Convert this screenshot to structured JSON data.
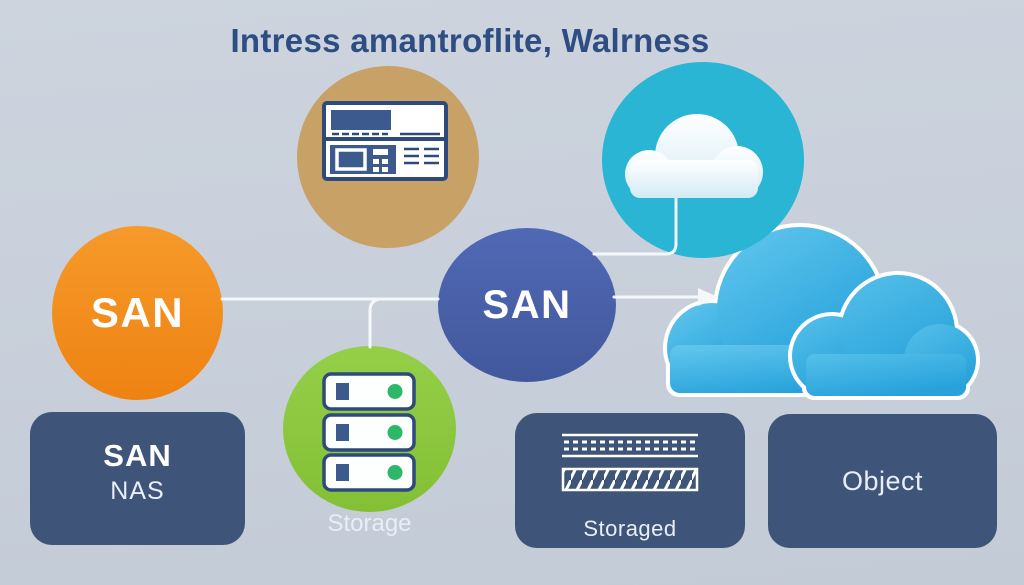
{
  "title": "Intress amantroflite, Walrness",
  "diagram": {
    "circles": {
      "server": {
        "icon": "server-device-icon"
      },
      "cloud": {
        "icon": "cloud-icon"
      },
      "san_left": {
        "label": "SAN"
      },
      "san_center": {
        "label": "SAN"
      },
      "storage": {
        "label": "Storage",
        "icon": "server-stack-icon"
      }
    },
    "clouds": {
      "icon": "clouds-icon",
      "count": 2
    },
    "boxes": {
      "san_nas": {
        "line1": "SAN",
        "line2": "NAS"
      },
      "storaged": {
        "label": "Storaged",
        "icons": [
          "dashed-strip-icon",
          "hatched-bar-icon"
        ]
      },
      "object": {
        "label": "Object"
      }
    },
    "connectors": [
      "san-left-to-san-center",
      "san-center-branch-down-to-storage",
      "san-center-arrow-to-clouds",
      "san-center-to-cloud-circle-stem"
    ]
  },
  "icons": {
    "server-device-icon": "rack device front panel with screen and keypad",
    "cloud-icon": "white cloud with stem line",
    "clouds-icon": "two overlapping blue clouds",
    "server-stack-icon": "three stacked drive trays with status dots",
    "dashed-strip-icon": "strip of dashed platter lines",
    "hatched-bar-icon": "diagonally hatched bar",
    "arrow-icon": "right-pointing arrowhead"
  },
  "colors": {
    "bg-top": "#cdd4de",
    "bg-bottom": "#c3cbd7",
    "title-ink": "#2e4d82",
    "tan": "#c7a165",
    "teal": "#29b5d3",
    "orange-light": "#f69a2b",
    "orange-dark": "#ee8211",
    "blue-light": "#5069b5",
    "blue-dark": "#42589d",
    "green-light": "#95cf49",
    "green-dark": "#83c035",
    "navy": "#3e5478",
    "cloud-light": "#63c7ee",
    "cloud-dark": "#219fd9",
    "cloud-small-light": "#55c0ea",
    "cloud-small-dark": "#27a2da",
    "teal-cloud-top": "#ffffff",
    "teal-cloud-bottom": "#d3eaf6",
    "white-line": "#f4f8fb",
    "icon-navy": "#2e4a7c",
    "icon-blue": "#3d5a8e",
    "dot-green": "#2db869",
    "label-white": "#e8eef5"
  }
}
